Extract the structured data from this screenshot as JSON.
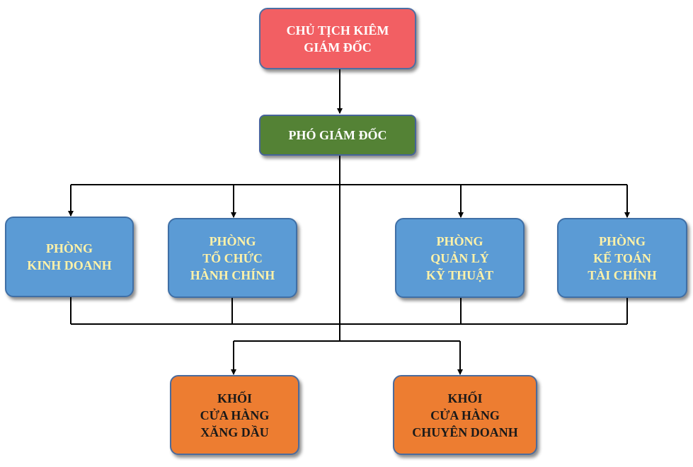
{
  "chairman": {
    "line1": "CHỦ TỊCH KIÊM",
    "line2": "GIÁM ĐỐC"
  },
  "vice_director": {
    "label": "PHÓ GIÁM ĐỐC"
  },
  "departments": [
    {
      "lines": [
        "PHÒNG",
        "KINH DOANH"
      ]
    },
    {
      "lines": [
        "PHÒNG",
        "TỔ CHỨC",
        "HÀNH CHÍNH"
      ]
    },
    {
      "lines": [
        "PHÒNG",
        "QUẢN LÝ",
        "KỸ THUẬT"
      ]
    },
    {
      "lines": [
        "PHÒNG",
        "KẾ TOÁN",
        "TÀI CHÍNH"
      ]
    }
  ],
  "blocks": [
    {
      "lines": [
        "KHỐI",
        "CỬA HÀNG",
        "XĂNG DẦU"
      ]
    },
    {
      "lines": [
        "KHỐI",
        "CỬA HÀNG",
        "CHUYÊN DOANH"
      ]
    }
  ],
  "colors": {
    "chairman": "#f25f63",
    "vice_director": "#548235",
    "department": "#5b9bd5",
    "department_text": "#fff2a8",
    "block": "#ed7d31"
  }
}
